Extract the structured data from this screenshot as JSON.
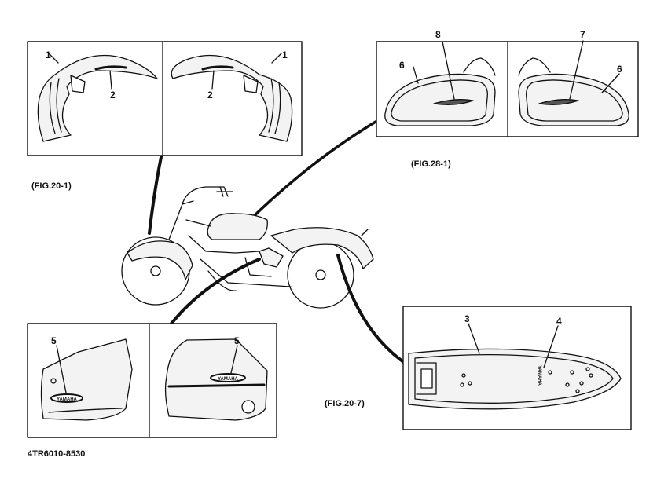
{
  "figure_refs": {
    "fig_20_1": "(FIG.20-1)",
    "fig_28_1": "(FIG.28-1)",
    "fig_20_7": "(FIG.20-7)"
  },
  "part_numbers": {
    "front_fender_left_1": "1",
    "front_fender_left_2": "2",
    "front_fender_right_1": "1",
    "front_fender_right_2": "2",
    "tank_left_6": "6",
    "tank_left_8": "8",
    "tank_right_7": "7",
    "tank_right_6": "6",
    "cover_left_5": "5",
    "cover_right_5": "5",
    "rear_fender_3": "3",
    "rear_fender_4": "4"
  },
  "emblem_text": "YAMAHA",
  "diagram_code": "4TR6010-8530",
  "colors": {
    "ink": "#111111",
    "paper": "#ffffff",
    "panel_fill": "#f3f3f3"
  }
}
